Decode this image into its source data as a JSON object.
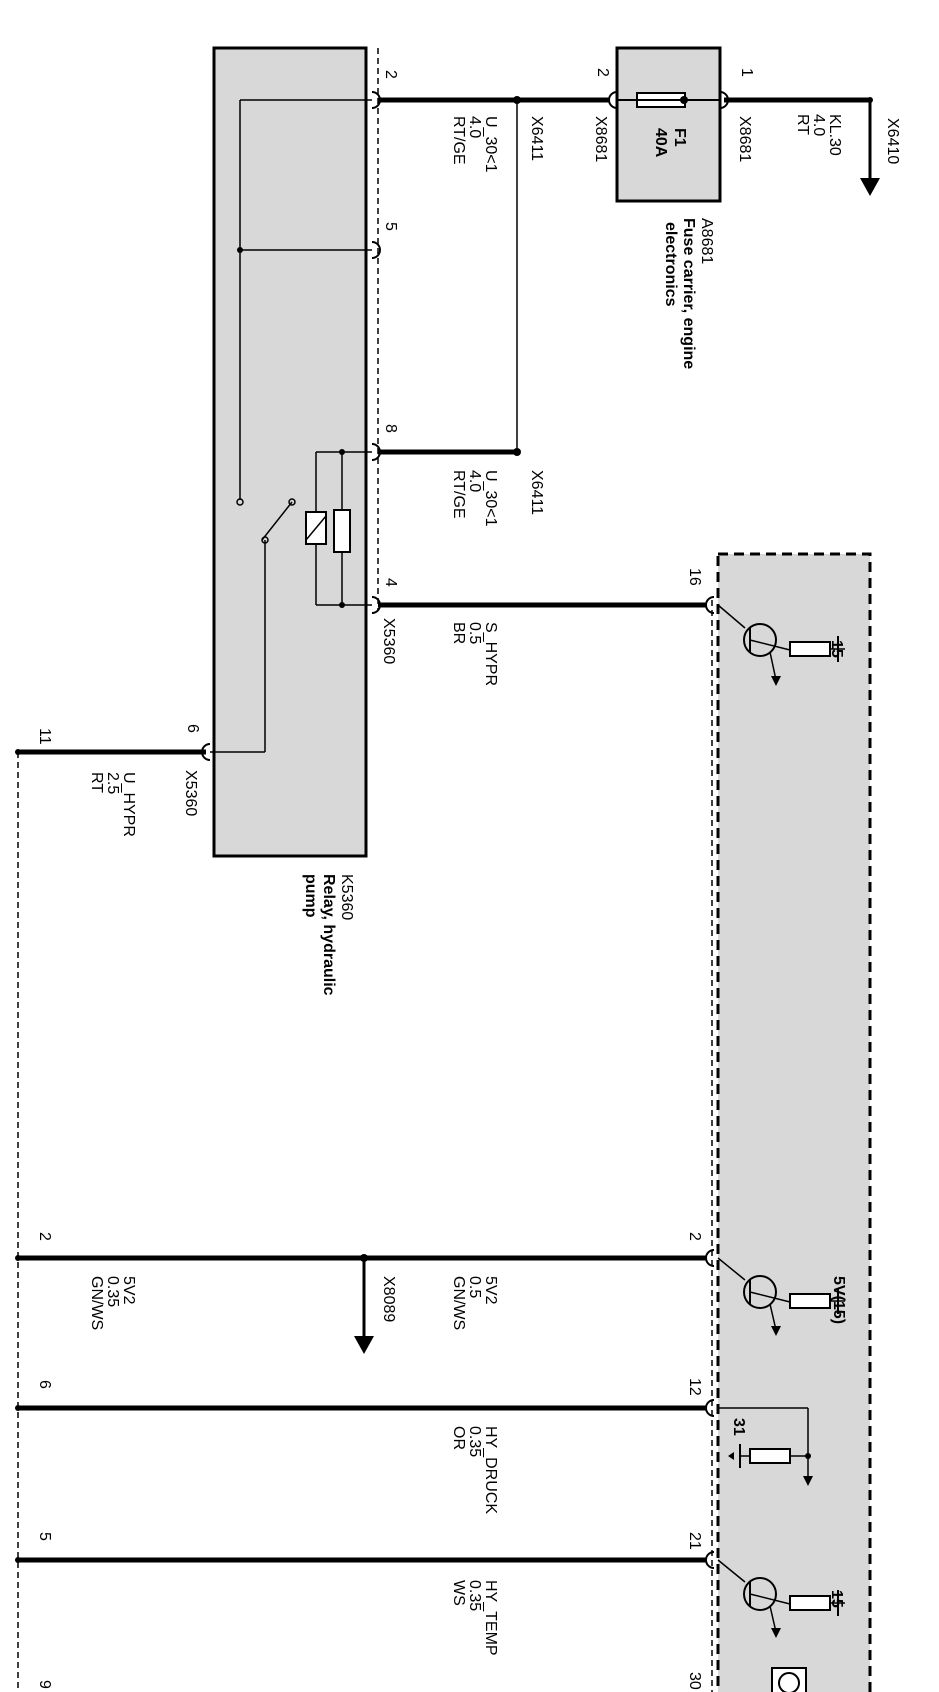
{
  "fuse_carrier": {
    "ref": "A8681",
    "name_line1": "Fuse carrier, engine",
    "name_line2": "electronics",
    "fuse_ref": "F1",
    "fuse_rating": "40A",
    "pin_in": "1",
    "pin_out": "2",
    "connector_in": "X8681",
    "connector_out": "X8681"
  },
  "supply": {
    "connector": "X6410",
    "signal": "KL.30",
    "gauge": "4.0",
    "color": "RT"
  },
  "relay": {
    "ref": "K5360",
    "name_line1": "Relay, hydraulic",
    "name_line2": "pump",
    "pin_2": "2",
    "pin_5": "5",
    "pin_8": "8",
    "pin_4": "4",
    "pin_6": "6",
    "connector": "X5360",
    "connector_pin6": "X5360"
  },
  "wires": {
    "w_u30_a": {
      "signal": "U_30<1",
      "gauge": "4.0",
      "color": "RT/GE",
      "splice": "X6411"
    },
    "w_u30_b": {
      "signal": "U_30<1",
      "gauge": "4.0",
      "color": "RT/GE",
      "splice": "X6411"
    },
    "w_shypr": {
      "signal": "S_HYPR",
      "gauge": "0.5",
      "color": "BR"
    },
    "w_uhypr": {
      "signal": "U_HYPR",
      "gauge": "2.5",
      "color": "RT"
    },
    "w_5v2_a": {
      "signal": "5V2",
      "gauge": "0.5",
      "color": "GN/WS"
    },
    "w_5v2_b": {
      "signal": "5V2",
      "gauge": "0.35",
      "color": "GN/WS",
      "connector": "X8089"
    },
    "w_druck": {
      "signal": "HY_DRUCK",
      "gauge": "0.35",
      "color": "OR"
    },
    "w_temp": {
      "signal": "HY_TEMP",
      "gauge": "0.35",
      "color": "WS"
    }
  },
  "control_unit": {
    "pin_16": "16",
    "pin_2": "2",
    "pin_12": "12",
    "pin_21": "21",
    "pin_30": "30",
    "supply_15a": "15",
    "supply_5v15": "5V(15)",
    "ground_31": "31",
    "supply_15b": "15"
  },
  "left_connector": {
    "pin_11": "11",
    "pin_2": "2",
    "pin_6": "6",
    "pin_5": "5",
    "pin_9": "9"
  },
  "colors": {
    "component_fill": "#d8d8d8",
    "line": "#000000"
  }
}
